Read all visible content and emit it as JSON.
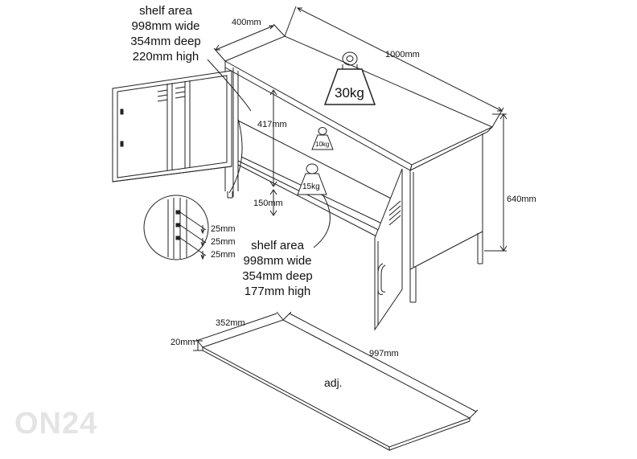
{
  "watermark": "ON24",
  "upper_shelf": {
    "line1": "shelf area",
    "line2": "998mm wide",
    "line3": "354mm deep",
    "line4": "220mm high"
  },
  "lower_shelf": {
    "line1": "shelf area",
    "line2": "998mm wide",
    "line3": "354mm deep",
    "line4": "177mm high"
  },
  "dimensions": {
    "depth": "400mm",
    "width": "1000mm",
    "height": "640mm",
    "inner_height": "417mm",
    "leg_height": "150mm",
    "pitch_1": "25mm",
    "pitch_2": "25mm",
    "pitch_3": "25mm"
  },
  "loads": {
    "top": "30kg",
    "upper_shelf": "10kg",
    "lower_shelf": "15kg"
  },
  "panel": {
    "thickness": "20mm",
    "depth": "352mm",
    "width": "997mm",
    "note": "adj."
  }
}
